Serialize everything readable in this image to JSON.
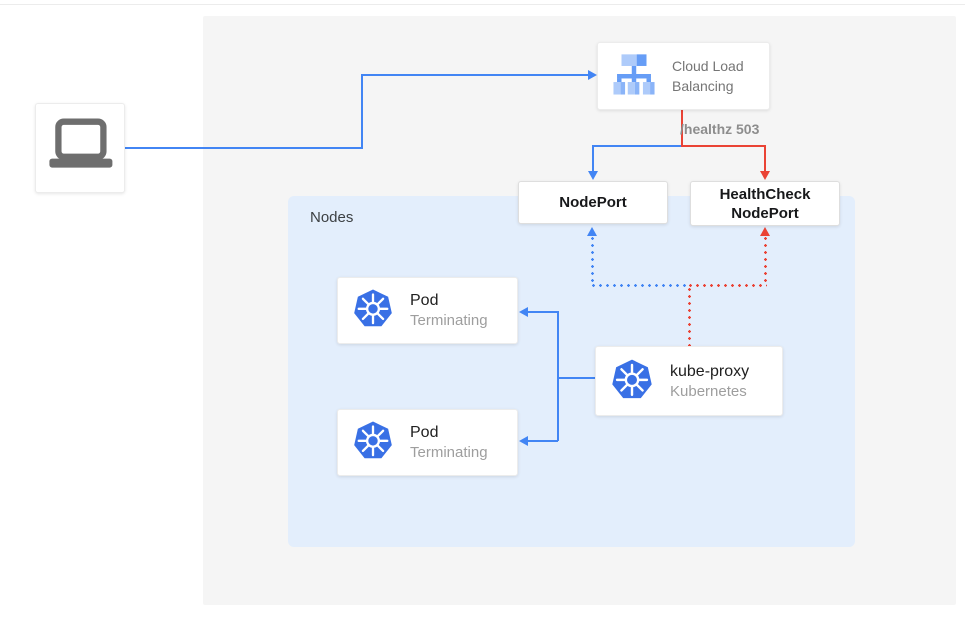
{
  "colors": {
    "connector_blue": "#4285f4",
    "connector_red": "#ea4335",
    "kubernetes_blue": "#3970e5",
    "canvas_background": "#f5f5f5",
    "nodes_background": "#e3eefc",
    "port_text": "#17181a",
    "muted_text": "#757575"
  },
  "nodes_region": {
    "label": "Nodes"
  },
  "cloud_load_balancing": {
    "line1": "Cloud Load",
    "line2": "Balancing"
  },
  "annotations": {
    "healthz": "/healthz 503"
  },
  "nodeport": {
    "label": "NodePort"
  },
  "healthcheck_nodeport": {
    "line1": "HealthCheck",
    "line2": "NodePort"
  },
  "pods": [
    {
      "title": "Pod",
      "subtitle": "Terminating"
    },
    {
      "title": "Pod",
      "subtitle": "Terminating"
    }
  ],
  "kube_proxy": {
    "title": "kube-proxy",
    "subtitle": "Kubernetes"
  },
  "edges": [
    {
      "from": "client-device",
      "to": "cloud-load-balancing",
      "style": "solid",
      "color": "blue"
    },
    {
      "from": "cloud-load-balancing",
      "to": "nodeport",
      "style": "solid",
      "color": "blue"
    },
    {
      "from": "cloud-load-balancing",
      "to": "healthcheck-nodeport",
      "style": "solid",
      "color": "red",
      "label": "/healthz 503"
    },
    {
      "from": "kube-proxy",
      "to": "nodeport",
      "style": "dotted",
      "color": "blue"
    },
    {
      "from": "kube-proxy",
      "to": "healthcheck-nodeport",
      "style": "dotted",
      "color": "red"
    },
    {
      "from": "kube-proxy",
      "to": "pod-1",
      "style": "solid",
      "color": "blue"
    },
    {
      "from": "kube-proxy",
      "to": "pod-2",
      "style": "solid",
      "color": "blue"
    }
  ]
}
